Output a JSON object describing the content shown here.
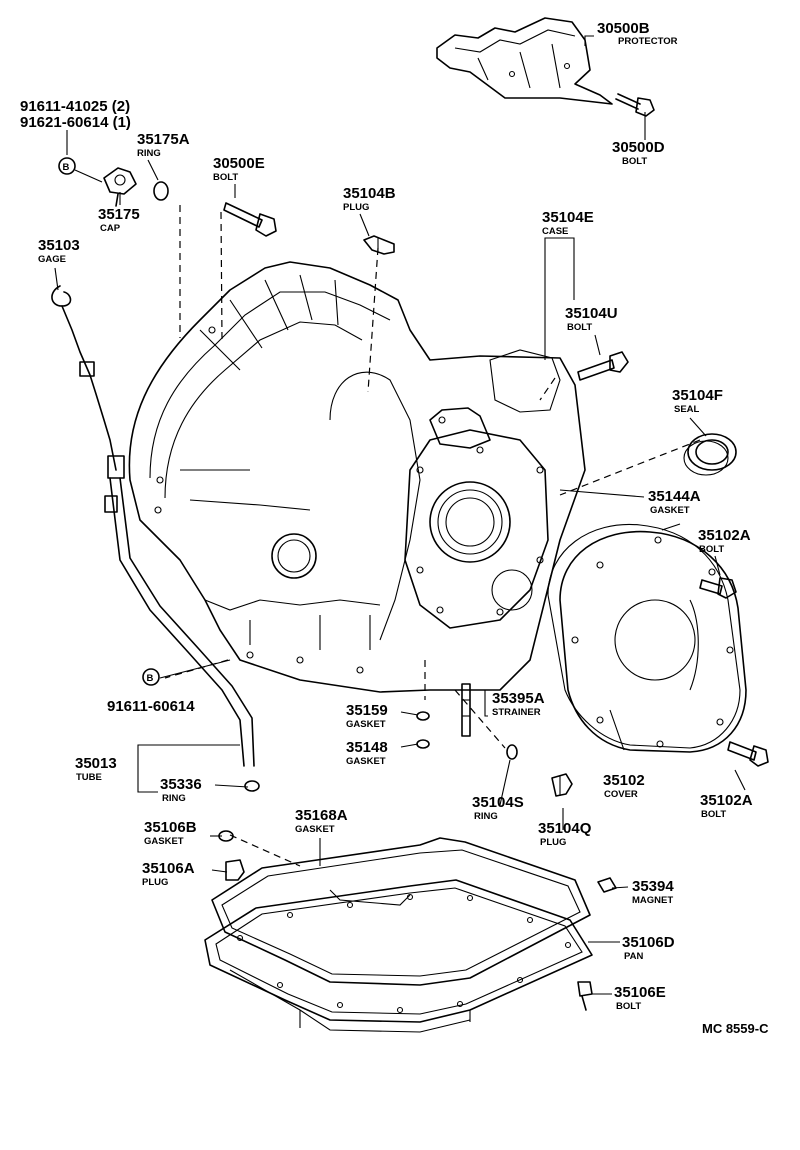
{
  "diagram_code": "MC 8559-C",
  "symbols": {
    "b_marker": "B"
  },
  "callouts": {
    "p30500B": {
      "number": "30500B",
      "name": "PROTECTOR"
    },
    "p30500D": {
      "number": "30500D",
      "name": "BOLT"
    },
    "p91611_41025": {
      "number": "91611-41025 (2)"
    },
    "p91621_60614": {
      "number": "91621-60614 (1)"
    },
    "p35175A": {
      "number": "35175A",
      "name": "RING"
    },
    "p35175": {
      "number": "35175",
      "name": "CAP"
    },
    "p30500E": {
      "number": "30500E",
      "name": "BOLT"
    },
    "p35104B": {
      "number": "35104B",
      "name": "PLUG"
    },
    "p35104E": {
      "number": "35104E",
      "name": "CASE"
    },
    "p35103": {
      "number": "35103",
      "name": "GAGE"
    },
    "p35104U": {
      "number": "35104U",
      "name": "BOLT"
    },
    "p35104F": {
      "number": "35104F",
      "name": "SEAL"
    },
    "p35144A": {
      "number": "35144A",
      "name": "GASKET"
    },
    "p35102A_top": {
      "number": "35102A",
      "name": "BOLT"
    },
    "p91611_60614": {
      "number": "91611-60614"
    },
    "p35395A": {
      "number": "35395A",
      "name": "STRAINER"
    },
    "p35159": {
      "number": "35159",
      "name": "GASKET"
    },
    "p35148": {
      "number": "35148",
      "name": "GASKET"
    },
    "p35013": {
      "number": "35013",
      "name": "TUBE"
    },
    "p35336": {
      "number": "35336",
      "name": "RING"
    },
    "p35104S": {
      "number": "35104S",
      "name": "RING"
    },
    "p35102": {
      "number": "35102",
      "name": "COVER"
    },
    "p35102A_bot": {
      "number": "35102A",
      "name": "BOLT"
    },
    "p35104Q": {
      "number": "35104Q",
      "name": "PLUG"
    },
    "p35106B": {
      "number": "35106B",
      "name": "GASKET"
    },
    "p35168A": {
      "number": "35168A",
      "name": "GASKET"
    },
    "p35106A": {
      "number": "35106A",
      "name": "PLUG"
    },
    "p35394": {
      "number": "35394",
      "name": "MAGNET"
    },
    "p35106D": {
      "number": "35106D",
      "name": "PAN"
    },
    "p35106E": {
      "number": "35106E",
      "name": "BOLT"
    }
  }
}
